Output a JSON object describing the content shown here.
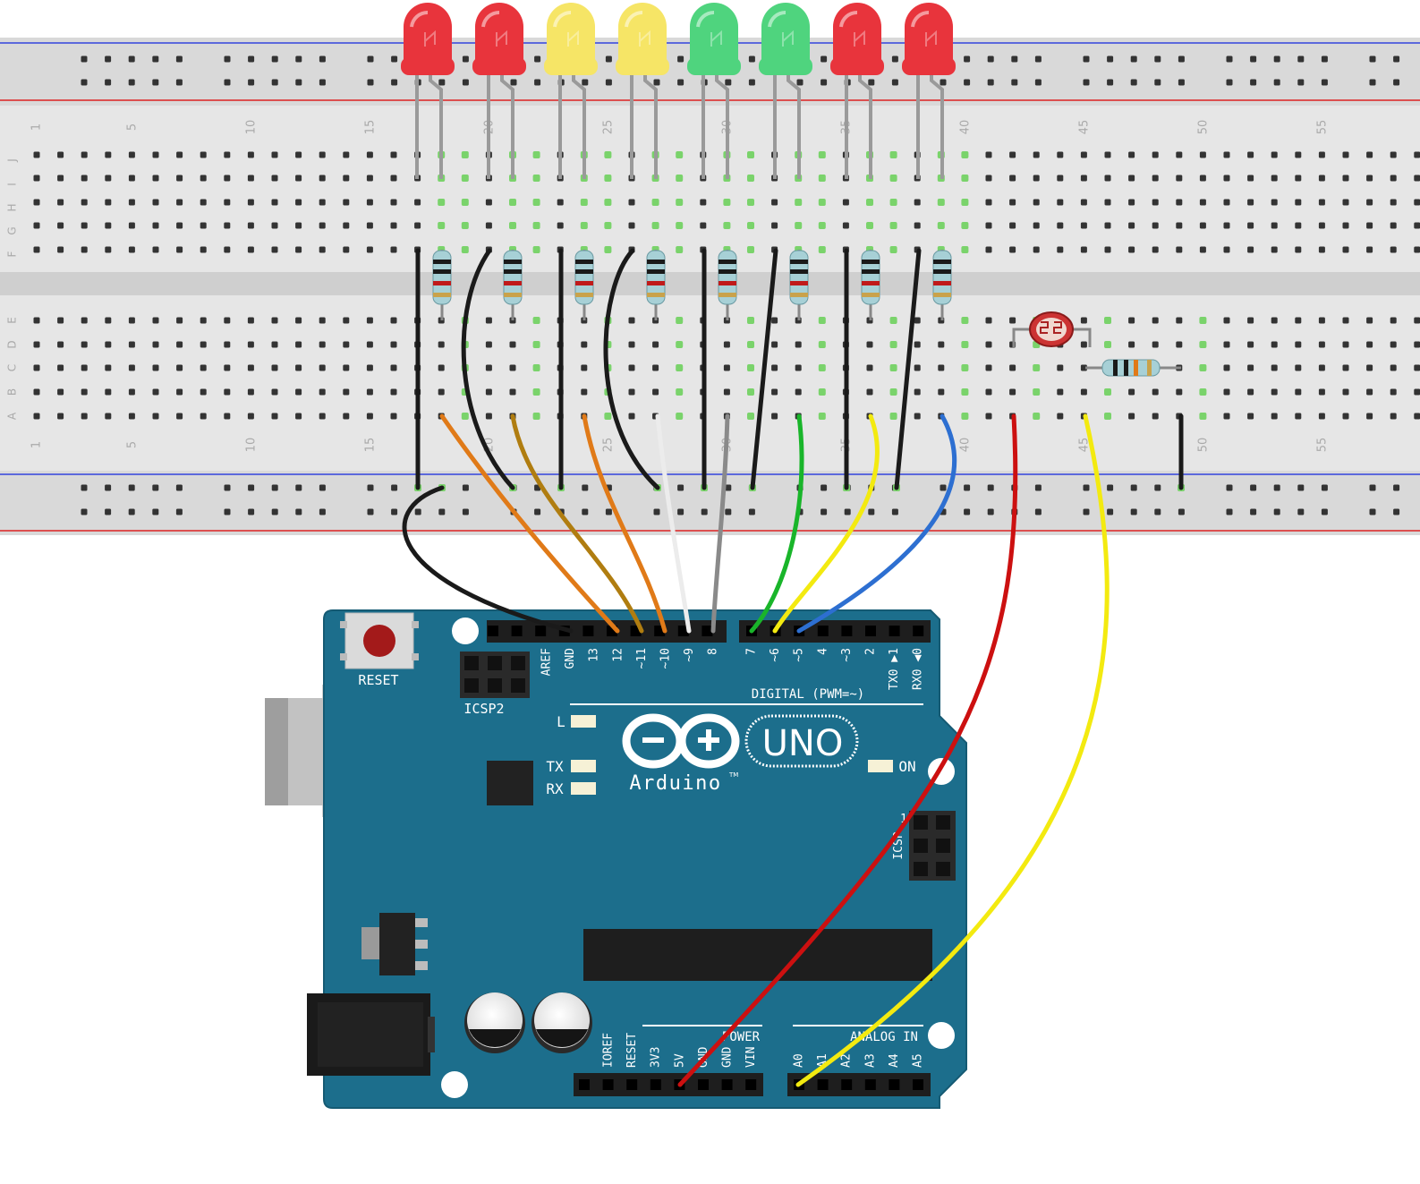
{
  "breadboard": {
    "row_letters_top": [
      "J",
      "I",
      "H",
      "G",
      "F"
    ],
    "row_letters_bottom": [
      "E",
      "D",
      "C",
      "B",
      "A"
    ],
    "column_numbers": [
      "1",
      "5",
      "10",
      "15",
      "20",
      "25",
      "30",
      "35",
      "40",
      "45",
      "50",
      "55"
    ]
  },
  "leds": [
    {
      "color": "red"
    },
    {
      "color": "red"
    },
    {
      "color": "yellow"
    },
    {
      "color": "yellow"
    },
    {
      "color": "green"
    },
    {
      "color": "green"
    },
    {
      "color": "red"
    },
    {
      "color": "red"
    }
  ],
  "led_colors": {
    "red": "#e8343c",
    "yellow": "#f6e566",
    "green": "#4fd47e"
  },
  "wire_colors": {
    "black": "#1a1a1a",
    "orange": "#e07a18",
    "dark_yellow": "#b07d10",
    "white": "#ececec",
    "gray": "#8a8a8a",
    "green": "#19b52a",
    "yellow": "#f3ea10",
    "blue": "#2d6fd1",
    "red": "#cc1010"
  },
  "board": {
    "color": "#1c6e8c",
    "reset_label": "RESET",
    "icsp2_label": "ICSP2",
    "icsp_label": "ICSP",
    "icsp_pin1_label": "1",
    "logo_text": "Arduino",
    "tm_mark": "TM",
    "model_text": "UNO",
    "digital_label": "DIGITAL (PWM=~)",
    "led_l_label": "L",
    "led_tx_label": "TX",
    "led_rx_label": "RX",
    "led_on_label": "ON",
    "power_label": "POWER",
    "analog_label": "ANALOG IN",
    "digital_pins_left": [
      "AREF",
      "GND",
      "13",
      "12",
      "~11",
      "~10",
      "~9",
      "8"
    ],
    "digital_pins_right": [
      "7",
      "~6",
      "~5",
      "4",
      "~3",
      "2",
      "TX0 ▶1",
      "RX0 ◀0"
    ],
    "power_pins": [
      "IOREF",
      "RESET",
      "3V3",
      "5V",
      "GND",
      "GND",
      "VIN"
    ],
    "analog_pins": [
      "A0",
      "A1",
      "A2",
      "A3",
      "A4",
      "A5"
    ]
  }
}
